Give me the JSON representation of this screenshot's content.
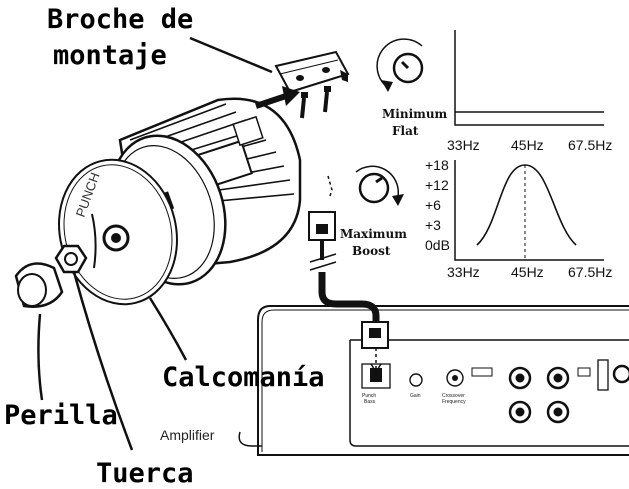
{
  "labels": {
    "mounting_bracket": [
      "Broche de",
      "montaje"
    ],
    "decal": "Calcomanía",
    "knob": "Perilla",
    "nut": "Tuerca",
    "amplifier": "Amplifier"
  },
  "knobs": {
    "minimum": [
      "Minimum",
      "Flat"
    ],
    "maximum": [
      "Maximum",
      "Boost"
    ]
  },
  "charts": {
    "flat_x_ticks": [
      "33Hz",
      "45Hz",
      "67.5Hz"
    ],
    "boost_x_ticks": [
      "33Hz",
      "45Hz",
      "67.5Hz"
    ],
    "boost_y_ticks": [
      "+18",
      "+12",
      "+6",
      "+3",
      "0dB"
    ]
  },
  "chart_data": [
    {
      "type": "line",
      "categories": [
        "33Hz",
        "45Hz",
        "67.5Hz"
      ],
      "series": [
        {
          "values": [
            0,
            0,
            0
          ]
        }
      ],
      "ylim": [
        0,
        18
      ]
    },
    {
      "type": "line",
      "categories": [
        "33Hz",
        "45Hz",
        "67.5Hz"
      ],
      "y_ticks": [
        "+18",
        "+12",
        "+6",
        "+3",
        "0dB"
      ],
      "series": [
        {
          "values": [
            0,
            18,
            0
          ]
        }
      ],
      "ylim": [
        0,
        18
      ]
    }
  ],
  "amp_panel": {
    "punch_bass": [
      "Punch",
      "Bass"
    ],
    "gain": "Gain",
    "crossover": [
      "Crossover",
      "Frequency"
    ],
    "brand_short": "PUNCH"
  }
}
